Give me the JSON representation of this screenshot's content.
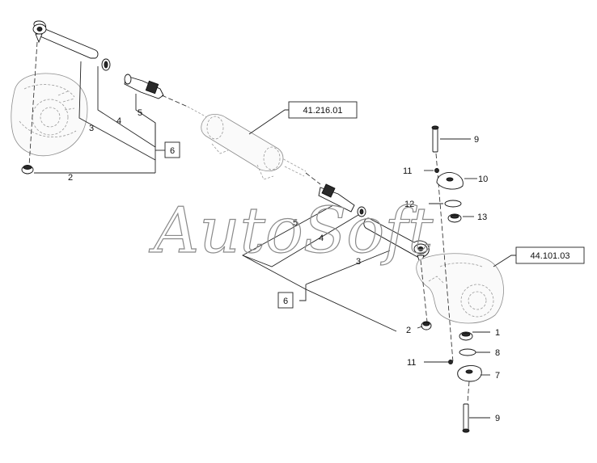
{
  "watermark": "AutoSoft",
  "reference_boxes": [
    {
      "id": "ref-41",
      "label": "41.216.01"
    },
    {
      "id": "ref-44",
      "label": "44.101.03"
    }
  ],
  "group_boxes": [
    {
      "id": "group-left",
      "label": "6"
    },
    {
      "id": "group-right",
      "label": "6"
    }
  ],
  "callouts": {
    "left_3": "3",
    "left_4": "4",
    "left_5": "5",
    "left_2": "2",
    "right_9_top": "9",
    "right_11_top": "11",
    "right_10": "10",
    "right_12": "12",
    "right_13": "13",
    "mid_5": "5",
    "mid_4": "4",
    "mid_3": "3",
    "mid_2": "2",
    "right_1": "1",
    "right_8": "8",
    "right_11_bottom": "11",
    "right_7": "7",
    "right_9_bottom": "9"
  }
}
